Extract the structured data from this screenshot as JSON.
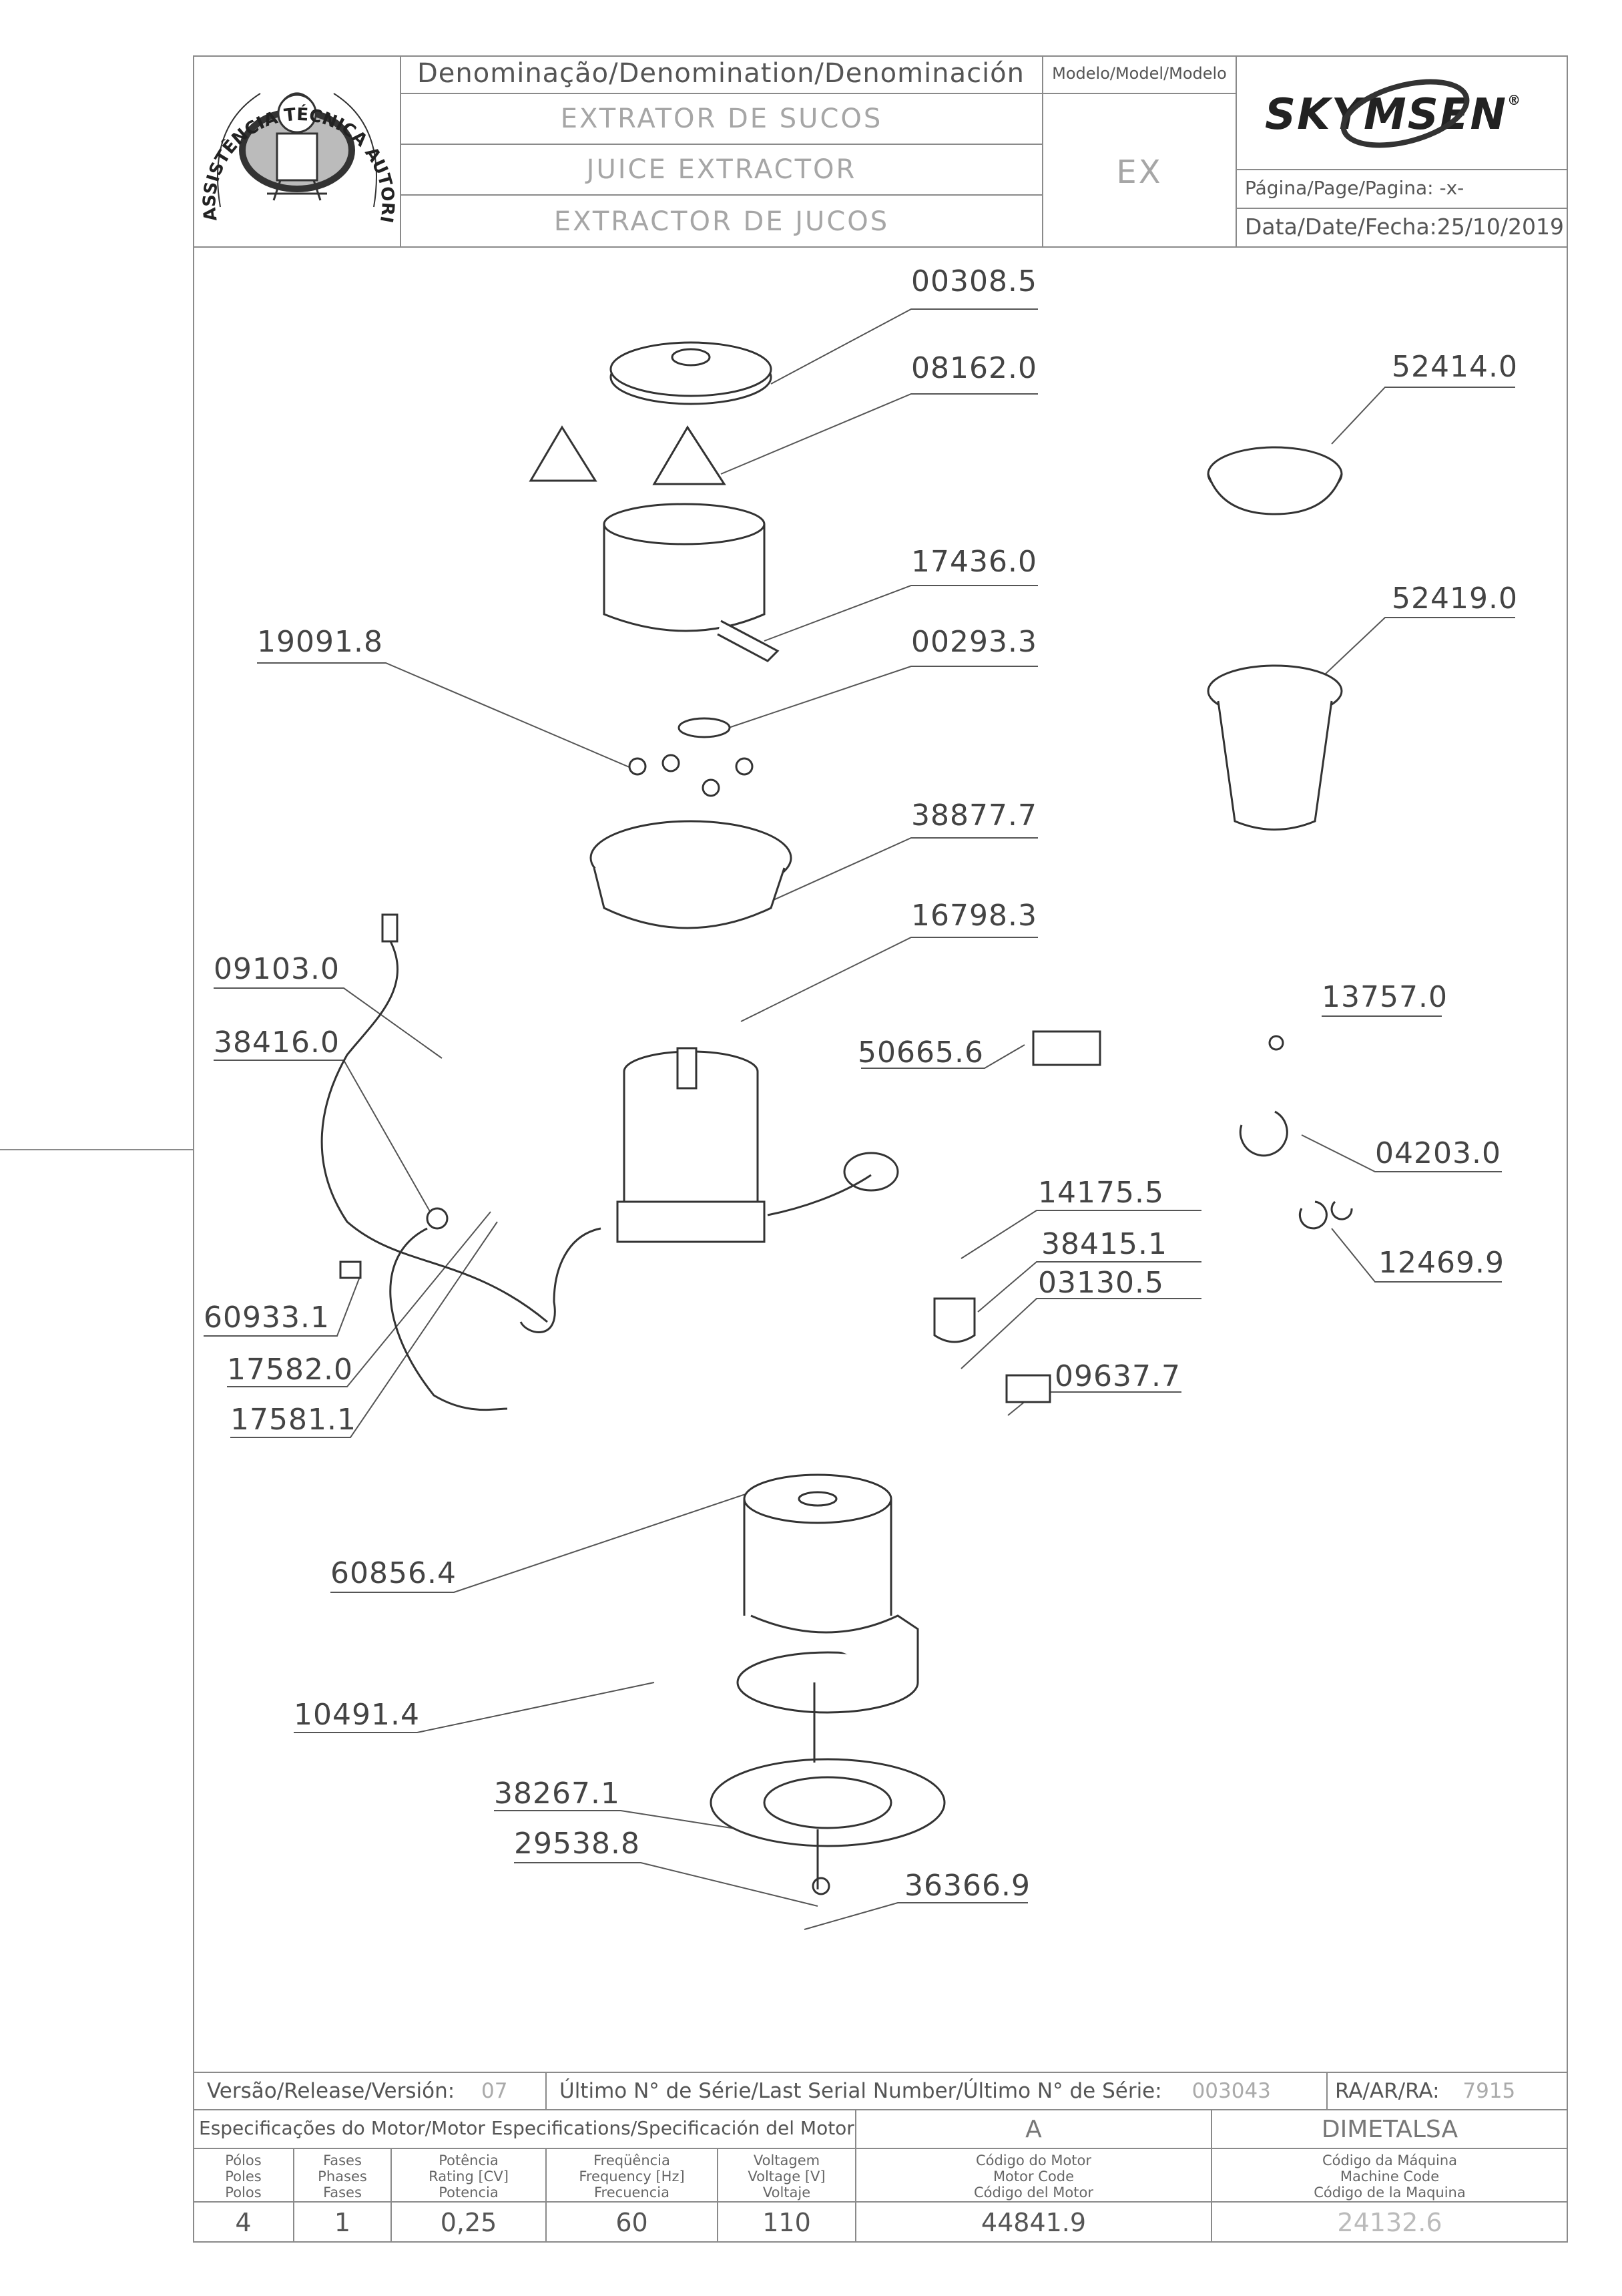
{
  "header": {
    "denomination_label": "Denominação/Denomination/Denominación",
    "names": [
      "EXTRATOR DE SUCOS",
      "JUICE EXTRACTOR",
      "EXTRACTOR DE JUCOS"
    ],
    "model_label": "Modelo/Model/Modelo",
    "model_value": "EX",
    "brand": "SKYMSEN",
    "brand_mark": "®",
    "page_label": "Página/Page/Pagina:",
    "page_value": "-x-",
    "date_label": "Data/Date/Fecha:",
    "date_value": "25/10/2019",
    "seal_text": "ASSISTÊNCIA TÉCNICA AUTORIZADA"
  },
  "parts": [
    "00308.5",
    "08162.0",
    "17436.0",
    "00293.3",
    "19091.8",
    "38877.7",
    "16798.3",
    "09103.0",
    "38416.0",
    "50665.6",
    "60933.1",
    "17582.0",
    "17581.1",
    "14175.5",
    "38415.1",
    "03130.5",
    "09637.7",
    "52414.0",
    "52419.0",
    "13757.0",
    "04203.0",
    "12469.9",
    "60856.4",
    "10491.4",
    "38267.1",
    "29538.8",
    "36366.9"
  ],
  "footer": {
    "version_label": "Versão/Release/Versión:",
    "version_value": "07",
    "serial_label": "Último N° de Série/Last Serial Number/Último N° de Série:",
    "serial_value": "003043",
    "ra_label": "RA/AR/RA:",
    "ra_value": "7915",
    "motor_spec_label": "Especificações do Motor/Motor Especifications/Specificación del Motor",
    "motor_variant": "A",
    "manufacturer": "DIMETALSA",
    "columns": [
      {
        "header": [
          "Pólos",
          "Poles",
          "Polos"
        ],
        "value": "4"
      },
      {
        "header": [
          "Fases",
          "Phases",
          "Fases"
        ],
        "value": "1"
      },
      {
        "header": [
          "Potência",
          "Rating [CV]",
          "Potencia"
        ],
        "value": "0,25"
      },
      {
        "header": [
          "Freqüência",
          "Frequency [Hz]",
          "Frecuencia"
        ],
        "value": "60"
      },
      {
        "header": [
          "Voltagem",
          "Voltage [V]",
          "Voltaje"
        ],
        "value": "110"
      },
      {
        "header": [
          "Código do Motor",
          "Motor Code",
          "Código del Motor"
        ],
        "value": "44841.9"
      },
      {
        "header": [
          "Código da Máquina",
          "Machine Code",
          "Código de la Maquina"
        ],
        "value": "24132.6"
      }
    ]
  }
}
